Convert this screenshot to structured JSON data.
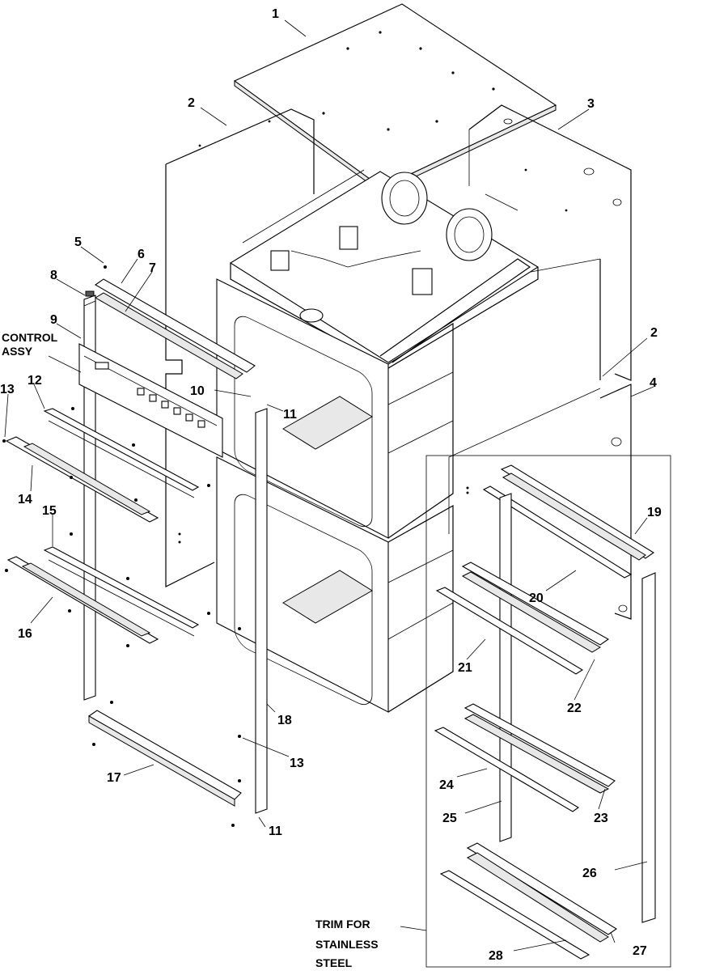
{
  "callouts": [
    {
      "id": "1",
      "text": "1"
    },
    {
      "id": "2a",
      "text": "2"
    },
    {
      "id": "3",
      "text": "3"
    },
    {
      "id": "2b",
      "text": "2"
    },
    {
      "id": "4",
      "text": "4"
    },
    {
      "id": "5",
      "text": "5"
    },
    {
      "id": "6",
      "text": "6"
    },
    {
      "id": "7",
      "text": "7"
    },
    {
      "id": "8",
      "text": "8"
    },
    {
      "id": "9",
      "text": "9"
    },
    {
      "id": "10",
      "text": "10"
    },
    {
      "id": "11a",
      "text": "11"
    },
    {
      "id": "11b",
      "text": "11"
    },
    {
      "id": "12",
      "text": "12"
    },
    {
      "id": "13a",
      "text": "13"
    },
    {
      "id": "13b",
      "text": "13"
    },
    {
      "id": "14",
      "text": "14"
    },
    {
      "id": "15",
      "text": "15"
    },
    {
      "id": "16",
      "text": "16"
    },
    {
      "id": "17",
      "text": "17"
    },
    {
      "id": "18",
      "text": "18"
    },
    {
      "id": "19",
      "text": "19"
    },
    {
      "id": "20",
      "text": "20"
    },
    {
      "id": "21",
      "text": "21"
    },
    {
      "id": "22",
      "text": "22"
    },
    {
      "id": "23",
      "text": "23"
    },
    {
      "id": "24",
      "text": "24"
    },
    {
      "id": "25",
      "text": "25"
    },
    {
      "id": "26",
      "text": "26"
    },
    {
      "id": "27",
      "text": "27"
    },
    {
      "id": "28",
      "text": "28"
    }
  ],
  "labels": {
    "control_assy_line1": "CONTROL",
    "control_assy_line2": "ASSY",
    "trim_line1": "TRIM FOR",
    "trim_line2": "STAINLESS",
    "trim_line3": "STEEL"
  }
}
